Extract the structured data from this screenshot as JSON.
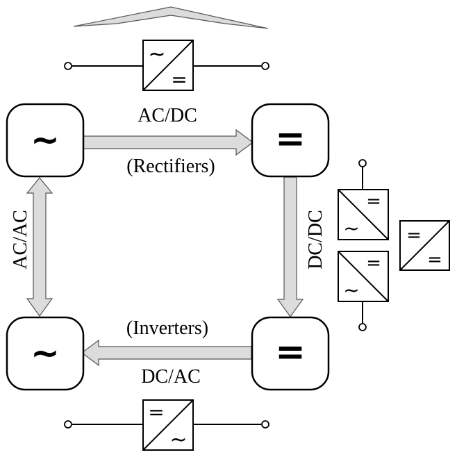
{
  "nodes": {
    "ac_top": "~",
    "dc_top": "=",
    "ac_bottom": "~",
    "dc_bottom": "="
  },
  "labels": {
    "acdc": "AC/DC",
    "rectifiers": "(Rectifiers)",
    "dcdc": "DC/DC",
    "inverters": "(Inverters)",
    "dcac": "DC/AC",
    "acac": "AC/AC"
  },
  "symbols": {
    "ac": "~",
    "dc": "="
  }
}
